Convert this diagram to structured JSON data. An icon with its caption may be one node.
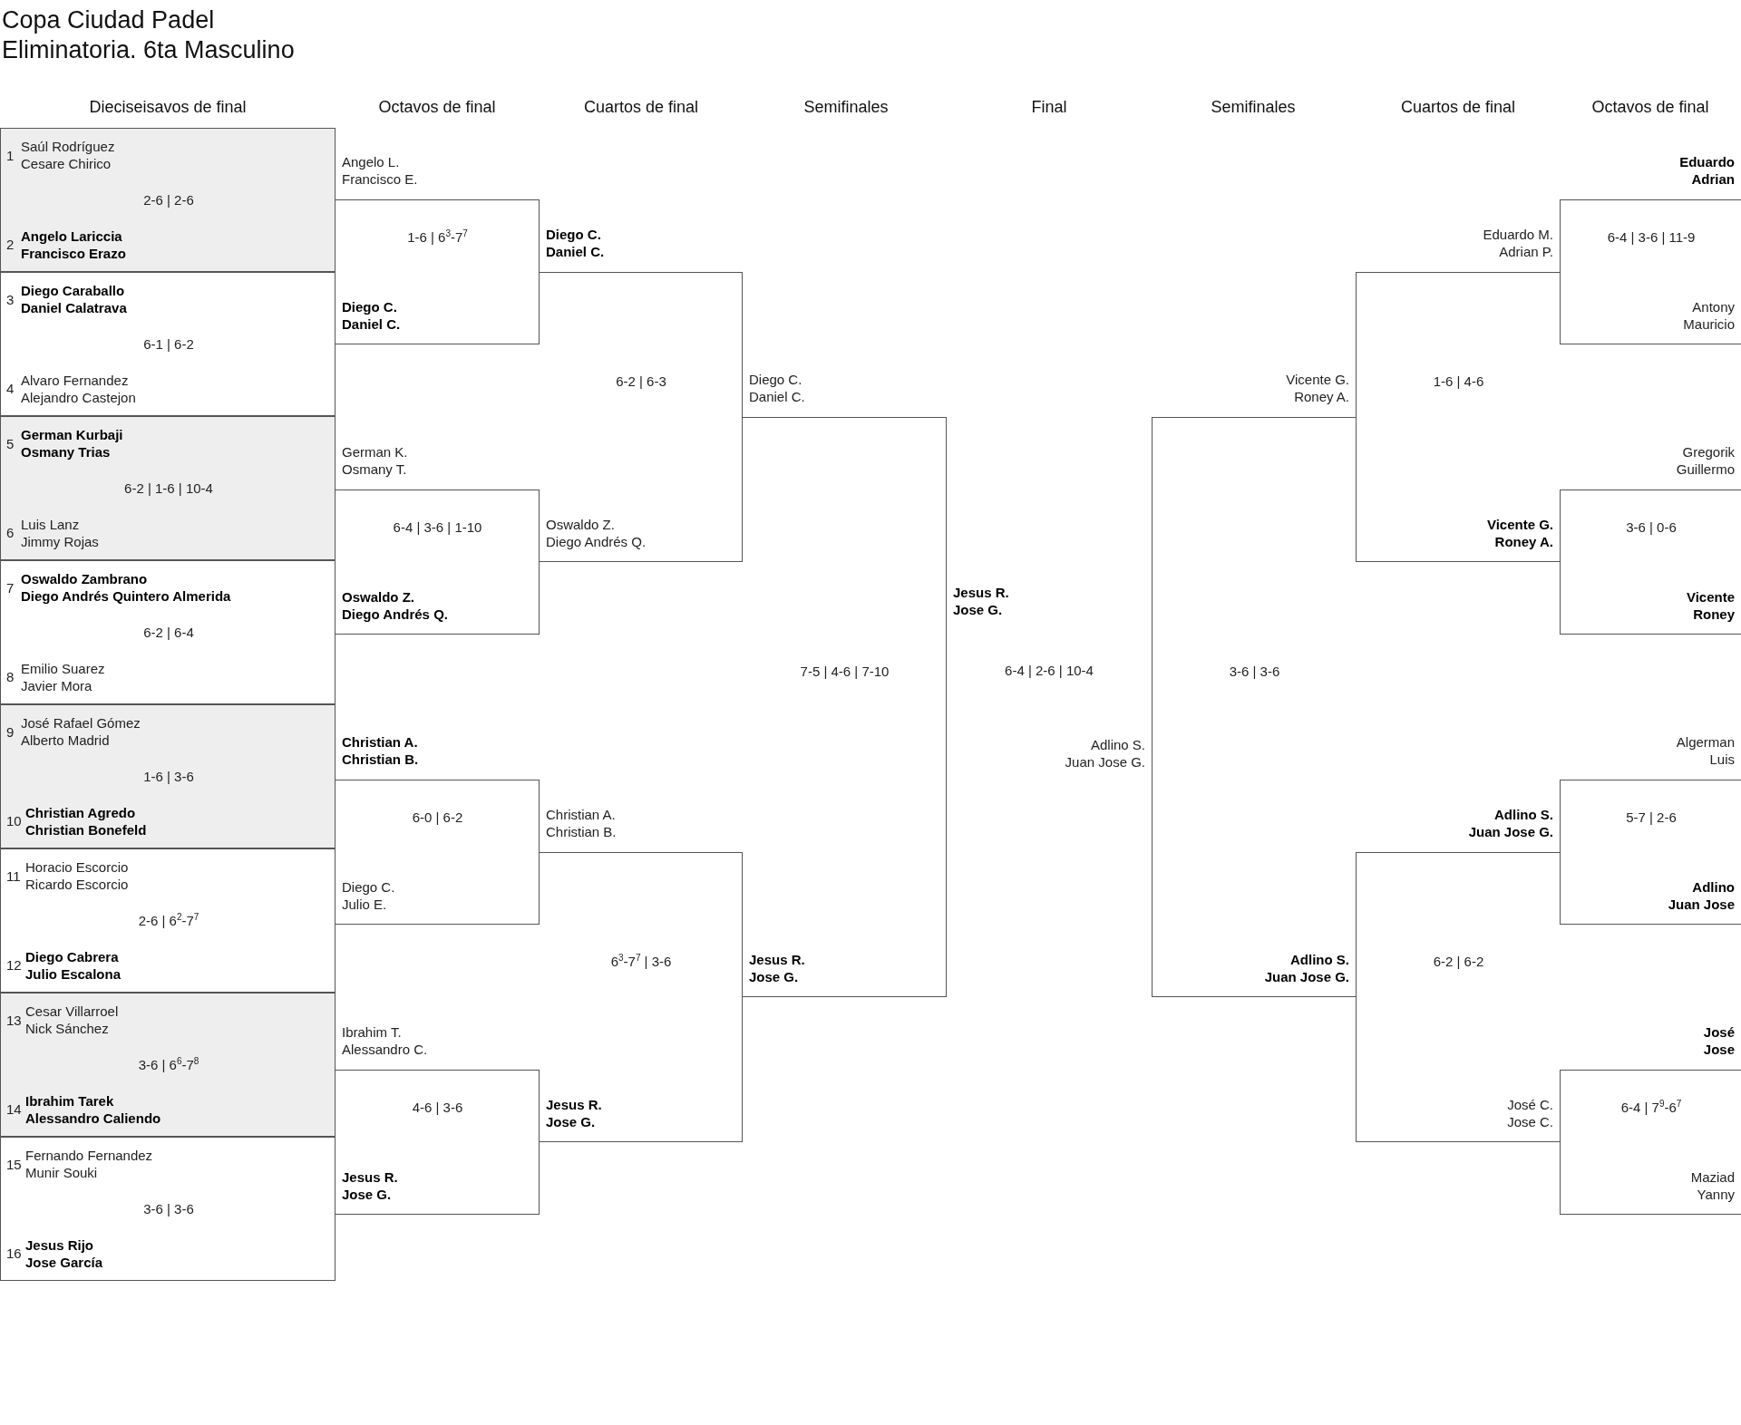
{
  "diagram": {
    "title": "Copa Ciudad Padel Eliminatoria. 6ta Masculino",
    "nodes": [
      {
        "text": [
          "1",
          "Saúl Rodríguez",
          "Cesare Chirico",
          "2-6 | 2-6",
          "2",
          "Angelo Lariccia",
          "Francisco Erazo"
        ]
      },
      {
        "text": [
          "3",
          "Diego Caraballo",
          "Daniel Calatrava",
          "6-1 | 6-2",
          "4",
          "Alvaro Fernandez",
          "Alejandro Castejon"
        ]
      },
      {
        "text": [
          "5",
          "German Kurbaji",
          "Osmany Trias",
          "6-2 | 1-6 | 10-4",
          "6",
          "Luis Lanz",
          "Jimmy Rojas"
        ]
      },
      {
        "text": [
          "7",
          "Oswaldo Zambrano",
          "Diego Andrés Quintero Almerida",
          "6-2 | 6-4",
          "8",
          "Emilio Suarez",
          "Javier Mora"
        ]
      },
      {
        "text": [
          "9",
          "José Rafael Gómez",
          "Alberto Madrid",
          "1-6 | 3-6",
          "10",
          "Christian Agredo",
          "Christian Bonefeld"
        ]
      },
      {
        "text": [
          "11",
          "Horacio Escorcio",
          "Ricardo Escorcio",
          "2-6 | 6$^{2}$-7$^{7}$",
          "12",
          "Diego Cabrera",
          "Julio Escalona"
        ]
      },
      {
        "text": [
          "13",
          "Cesar Villarroel",
          "Nick Sánchez",
          "3-6 | 6$^{6}$-7$^{8}$",
          "14",
          "Ibrahim Tarek",
          "Alessandro Caliendo"
        ]
      },
      {
        "text": [
          "15",
          "Fernando Fernandez",
          "Munir Souki",
          "3-6 | 3-6",
          "16",
          "Jesus Rijo",
          "Jose García"
        ]
      },
      {
        "text": [
          "Angelo L.",
          "Francisco E.",
          "1-6 | 6$^{3}$-7$^{7}$",
          "Diego C.",
          "Daniel C."
        ]
      },
      {
        "text": [
          "German K.",
          "Osmany T.",
          "6-4 | 3-6 | 1-10",
          "Oswaldo Z.",
          "Diego Andrés Q."
        ]
      },
      {
        "text": [
          "Christian A.",
          "Christian B.",
          "6-0 | 6-2",
          "Diego C.",
          "Julio E."
        ]
      },
      {
        "text": [
          "Ibrahim T.",
          "Alessandro C.",
          "4-6 | 3-6",
          "Jesus R.",
          "Jose G."
        ]
      },
      {
        "text": [
          "Diego C.",
          "Daniel C.",
          "6-2 | 6-3",
          "Oswaldo Z.",
          "Diego Andrés Q."
        ]
      },
      {
        "text": [
          "Christian A.",
          "Christian B.",
          "6$^{3}$-7$^{7}$ | 3-6",
          "Jesus R.",
          "Jose G."
        ]
      },
      {
        "text": [
          "Diego C.",
          "Daniel C.",
          "7-5 | 4-6 | 7-10",
          "Jesus R.",
          "Jose G."
        ]
      },
      {
        "text": [
          "Jesus R.",
          "Jose G.",
          "6-4 | 2-6 | 10-4",
          "Adlino S.",
          "Juan Jose G."
        ]
      },
      {
        "text": [
          "Vicente G.",
          "Roney A.",
          "3-6 | 3-6",
          "Adlino S.",
          "Juan Jose G."
        ]
      },
      {
        "text": [
          "Eduardo M.",
          "Adrian P.",
          "1-6 | 4-6",
          "Vicente G.",
          "Roney A."
        ]
      },
      {
        "text": [
          "Adlino S.",
          "Juan Jose G.",
          "6-2 | 6-2",
          "José C.",
          "Jose C."
        ]
      },
      {
        "text": [
          "Eduardo",
          "Adrian",
          "6-4 | 3-6 | 11-9",
          "Antony",
          "Mauricio"
        ]
      },
      {
        "text": [
          "Gregorik",
          "Guillermo",
          "3-6 | 0-6",
          "Vicente",
          "Roney"
        ]
      },
      {
        "text": [
          "Algerman",
          "Luis",
          "5-7 | 2-6",
          "Adlino",
          "Juan Jose"
        ]
      },
      {
        "text": [
          "José",
          "Jose",
          "6-4 | 7$^{9}$-6$^{7}$",
          "Maziad",
          "Yanny"
        ]
      }
    ],
    "labels": [
      "Dieciseisavos de final",
      "Octavos de final",
      "Cuartos de final",
      "Semifinales",
      "Final",
      "Semifinales",
      "Cuartos de final",
      "Octavos de final"
    ]
  }
}
